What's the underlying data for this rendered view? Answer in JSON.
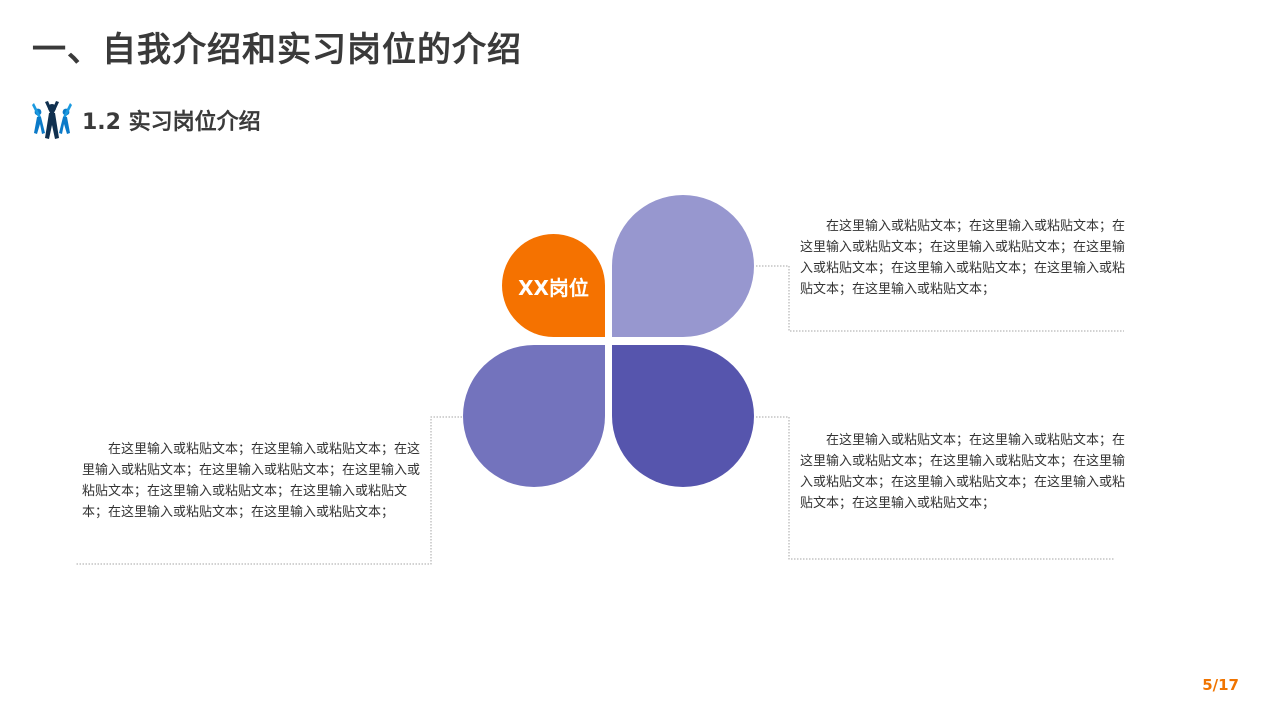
{
  "header": {
    "title": "一、自我介绍和实习岗位的介绍",
    "subtitle": "1.2 实习岗位介绍",
    "icon": "people-icon"
  },
  "diagram": {
    "center_label": "XX岗位",
    "colors": {
      "orange": "#f57200",
      "top_right": "#9797cf",
      "bottom_left": "#7373bd",
      "bottom_right": "#5655ad",
      "connector": "#a6a6a6"
    }
  },
  "text_blocks": {
    "top_right": "在这里输入或粘贴文本；在这里输入或粘贴文本；在这里输入或粘贴文本；在这里输入或粘贴文本；在这里输入或粘贴文本；在这里输入或粘贴文本；在这里输入或粘贴文本；在这里输入或粘贴文本；",
    "bottom_right": "在这里输入或粘贴文本；在这里输入或粘贴文本；在这里输入或粘贴文本；在这里输入或粘贴文本；在这里输入或粘贴文本；在这里输入或粘贴文本；在这里输入或粘贴文本；在这里输入或粘贴文本；",
    "left": "在这里输入或粘贴文本；在这里输入或粘贴文本；在这里输入或粘贴文本；在这里输入或粘贴文本；在这里输入或粘贴文本；在这里输入或粘贴文本；在这里输入或粘贴文本；在这里输入或粘贴文本；在这里输入或粘贴文本；"
  },
  "footer": {
    "page": "5/17"
  }
}
